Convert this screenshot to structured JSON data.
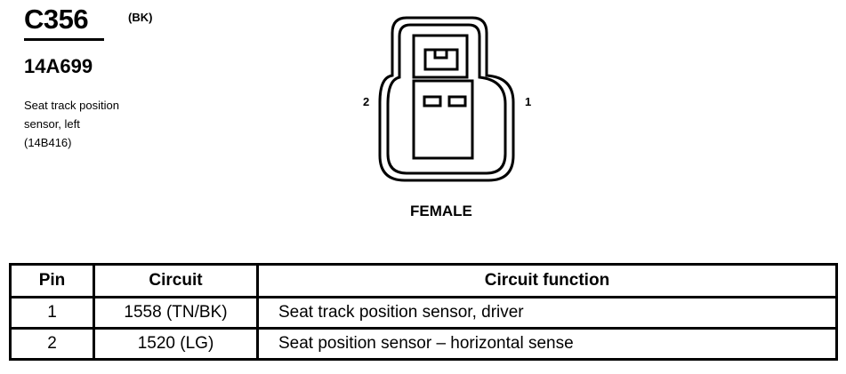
{
  "connector": {
    "id": "C356",
    "color": "(BK)",
    "part_number": "14A699",
    "description_lines": [
      "Seat track position",
      "sensor, left",
      "(14B416)"
    ]
  },
  "diagram": {
    "pin_left_label": "2",
    "pin_right_label": "1",
    "view_label": "FEMALE"
  },
  "table": {
    "headers": [
      "Pin",
      "Circuit",
      "Circuit function"
    ],
    "rows": [
      {
        "pin": "1",
        "circuit": "1558 (TN/BK)",
        "function": "Seat track position sensor, driver"
      },
      {
        "pin": "2",
        "circuit": "1520 (LG)",
        "function": "Seat position sensor – horizontal sense"
      }
    ]
  }
}
